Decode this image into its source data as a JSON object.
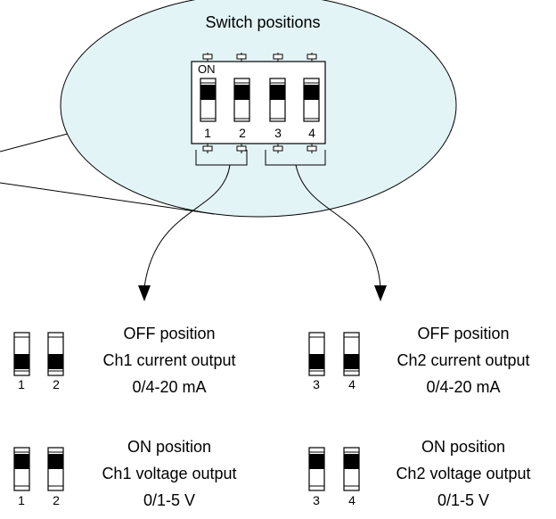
{
  "diagram": {
    "title": "Switch positions",
    "switch_block": {
      "on_label": "ON",
      "switches": [
        {
          "number": "1",
          "state": "ON"
        },
        {
          "number": "2",
          "state": "ON"
        },
        {
          "number": "3",
          "state": "ON"
        },
        {
          "number": "4",
          "state": "ON"
        }
      ]
    },
    "groups": [
      {
        "channel": "Ch1",
        "switch_numbers": [
          "1",
          "2"
        ],
        "settings": [
          {
            "state": "OFF",
            "line1": "OFF position",
            "line2": "Ch1 current output",
            "line3": "0/4-20 mA"
          },
          {
            "state": "ON",
            "line1": "ON position",
            "line2": "Ch1 voltage output",
            "line3": "0/1-5 V"
          }
        ]
      },
      {
        "channel": "Ch2",
        "switch_numbers": [
          "3",
          "4"
        ],
        "settings": [
          {
            "state": "OFF",
            "line1": "OFF position",
            "line2": "Ch2 current output",
            "line3": "0/4-20 mA"
          },
          {
            "state": "ON",
            "line1": "ON position",
            "line2": "Ch2 voltage output",
            "line3": "0/1-5 V"
          }
        ]
      }
    ],
    "colors": {
      "callout_fill": "#e3f4f6",
      "stroke": "#000000",
      "switch_on_fill": "#000000",
      "switch_off_fill": "#ffffff"
    }
  }
}
